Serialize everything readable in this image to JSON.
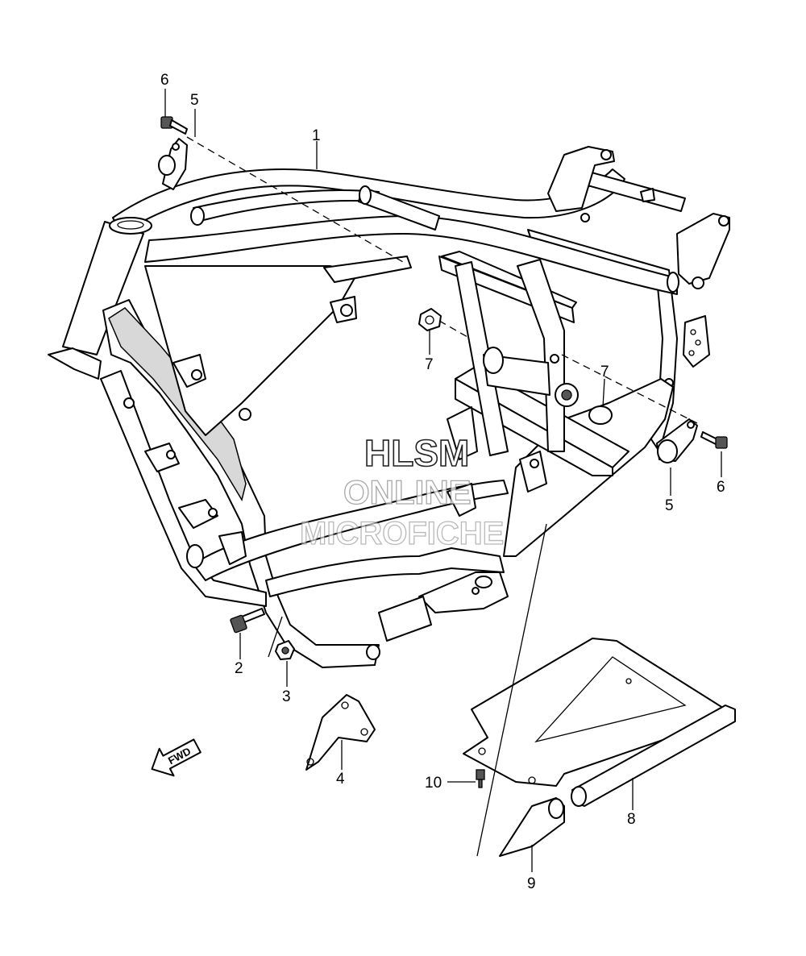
{
  "diagram": {
    "callouts": [
      {
        "id": "c1",
        "label": "1"
      },
      {
        "id": "c2",
        "label": "2"
      },
      {
        "id": "c3",
        "label": "3"
      },
      {
        "id": "c4",
        "label": "4"
      },
      {
        "id": "c5a",
        "label": "5"
      },
      {
        "id": "c5b",
        "label": "5"
      },
      {
        "id": "c6a",
        "label": "6"
      },
      {
        "id": "c6b",
        "label": "6"
      },
      {
        "id": "c7a",
        "label": "7"
      },
      {
        "id": "c7b",
        "label": "7"
      },
      {
        "id": "c8",
        "label": "8"
      },
      {
        "id": "c9",
        "label": "9"
      },
      {
        "id": "c10",
        "label": "10"
      }
    ],
    "fwd_label": "FWD"
  },
  "watermark": {
    "line1": "HLSM",
    "line2": "ONLINE",
    "line3": "MICROFICHE"
  }
}
